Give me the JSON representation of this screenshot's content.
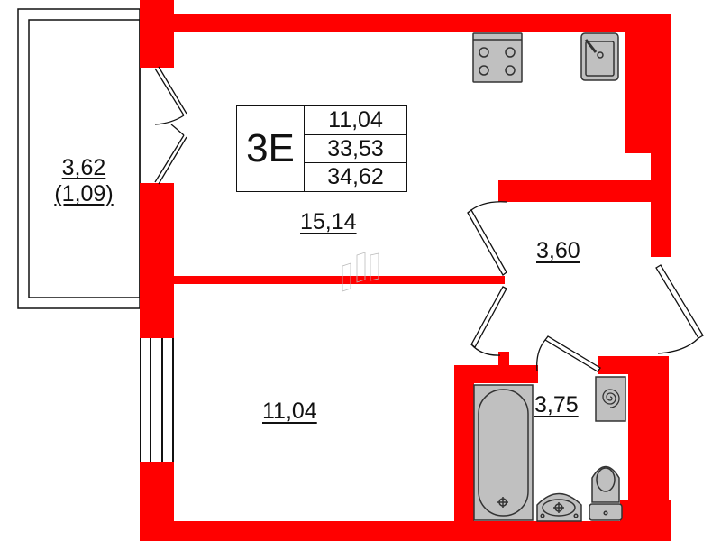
{
  "apartment": {
    "type_code": "3E",
    "areas_summary": [
      "11,04",
      "33,53",
      "34,62"
    ]
  },
  "rooms": {
    "kitchen_living": {
      "area": "15,14"
    },
    "bedroom": {
      "area": "11,04"
    },
    "hallway": {
      "area": "3,60"
    },
    "bathroom": {
      "area": "3,75"
    },
    "balcony": {
      "area": "3,62",
      "reduced_area": "(1,09)"
    }
  },
  "fixtures": [
    "stove-icon",
    "kitchen-sink-icon",
    "bathtub-icon",
    "washbasin-icon",
    "toilet-icon",
    "boiler-icon"
  ],
  "colors": {
    "wall": "#ff0000",
    "fixture_fill": "#c0c0c0",
    "fixture_stroke": "#333333",
    "text": "#111111"
  }
}
